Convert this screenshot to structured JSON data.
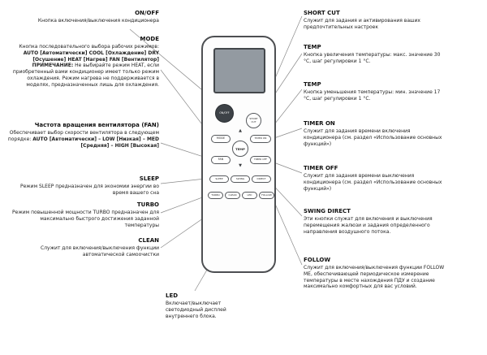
{
  "left_labels": [
    {
      "title": "ON/OFF",
      "text": "Кнопка включения/выключения кондиционера"
    },
    {
      "title": "MODE",
      "intro": "Кнопка последовательного выбора рабочих режимов:",
      "bold": "AUTO [Автоматически] COOL [Охлаждение] DRY [Осушение] HEAT [Нагрев] FAN [Вентилятор]",
      "note_title": "ПРИМЕЧАНИЕ:",
      "note": "Не выбирайте режим HEAT, если приобретенный вами кондиционер имеет только режим охлаждения. Режим нагрева не поддерживается в моделях, предназначенных лишь для охлаждения."
    },
    {
      "title": "Частота вращения вентилятора (FAN)",
      "intro": "Обеспечивает выбор скорости вентилятора в следующем порядке:",
      "bold": "AUTO [Автоматически] – LOW [Низкая] – MED [Средняя] – HIGH [Высокая]"
    },
    {
      "title": "SLEEP",
      "text": "Режим SLEEP предназначен для экономии энергии во время вашего сна"
    },
    {
      "title": "TURBO",
      "text": "Режим повышенной мощности TURBO предназначен для максимально быстрого достижения заданной температуры"
    },
    {
      "title": "CLEAN",
      "text": "Служит для включения/выключения функции автоматической самоочистки"
    }
  ],
  "led_label": {
    "title": "LED",
    "text": "Включает/выключает светодиодный дисплей внутреннего блока."
  },
  "right_labels": [
    {
      "title": "SHORT CUT",
      "text": "Служит для задания и активирования ваших предпочтительных настроек"
    },
    {
      "title": "TEMP",
      "text": "Кнопка увеличения температуры: макс. значение 30 °C, шаг регулировки 1 °C."
    },
    {
      "title": "TEMP",
      "text": "Кнопка уменьшения температуры: мин. значение 17 °C, шаг регулировки 1 °C."
    },
    {
      "title": "TIMER ON",
      "text": "Служит для задания времени включения кондиционера (см. раздел «Использование основных функций»)"
    },
    {
      "title": "TIMER OFF",
      "text": "Служит для задания времени выключения кондиционера (см. раздел «Использование основных функций»)"
    },
    {
      "title": "SWING DIRECT",
      "text": "Эти кнопки служат для включения и выключения перемещения жалюзи и задания определенного направления воздушного потока."
    },
    {
      "title": "FOLLOW",
      "text": "Служит для включения/выключения функции FOLLOW ME, обеспечивающей периодическое измерение температуры в месте нахождения ПДУ и создание максимально комфортных для вас условий."
    }
  ],
  "remote": {
    "buttons": {
      "on_off": "ON/OFF",
      "short_cut": "SHORT CUT",
      "mode": "MODE",
      "fan": "FAN",
      "temp": "TEMP",
      "temp_up": "▲",
      "temp_down": "▼",
      "timer_on": "TIMER ON",
      "timer_off": "TIMER OFF",
      "sleep": "SLEEP",
      "swing": "SWING",
      "direct": "DIRECT",
      "turbo": "TURBO",
      "clean": "CLEAN",
      "led": "LED",
      "follow": "FOLLOW"
    }
  }
}
